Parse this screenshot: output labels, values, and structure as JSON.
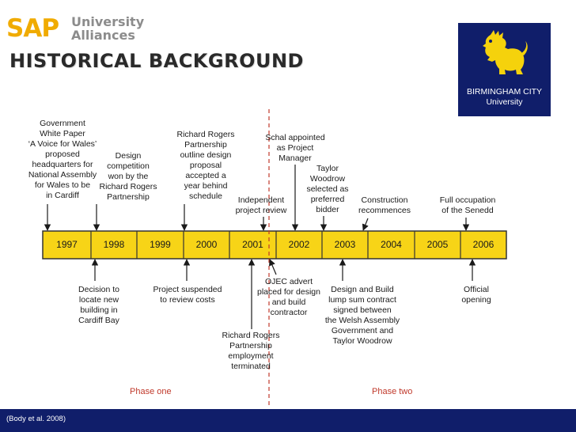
{
  "header": {
    "logo_sap": "SAP",
    "logo_line1": "University",
    "logo_line2": "Alliances",
    "title": "HISTORICAL BACKGROUND"
  },
  "university": {
    "name_line1": "BIRMINGHAM CITY",
    "name_line2": "University"
  },
  "timeline": {
    "years": [
      "1997",
      "1998",
      "1999",
      "2000",
      "2001",
      "2002",
      "2003",
      "2004",
      "2005",
      "2006"
    ],
    "events_above": [
      {
        "text": "Government\nWhite Paper\n‘A Voice for Wales’\nproposed\nheadquarters for\nNational Assembly\nfor Wales to be\nin Cardiff"
      },
      {
        "text": "Design\ncompetition\nwon by the\nRichard Rogers\nPartnership"
      },
      {
        "text": "Richard Rogers\nPartnership\noutline design\nproposal\naccepted a\nyear behind\nschedule"
      },
      {
        "text": "Independent\nproject review"
      },
      {
        "text": "Schal appointed\nas Project\nManager"
      },
      {
        "text": "Taylor\nWoodrow\nselected as\npreferred\nbidder"
      },
      {
        "text": "Construction\nrecommences"
      },
      {
        "text": "Full occupation\nof the Senedd"
      }
    ],
    "events_below": [
      {
        "text": "Decision to\nlocate new\nbuilding in\nCardiff Bay"
      },
      {
        "text": "Project suspended\nto review costs"
      },
      {
        "text": "Richard Rogers\nPartnership\nemployment\nterminated"
      },
      {
        "text": "OJEC advert\nplaced for design\nand build\ncontractor"
      },
      {
        "text": "Design and Build\nlump sum contract\nsigned between\nthe Welsh Assembly\nGovernment and\nTaylor Woodrow"
      },
      {
        "text": "Official\nopening"
      }
    ],
    "phase_one": "Phase one",
    "phase_two": "Phase two",
    "colors": {
      "bar": "#f7d417",
      "border": "#333333",
      "divider": "#c0392b",
      "phase_text": "#c0392b"
    }
  },
  "footer": {
    "citation": "(Body et al. 2008)"
  }
}
